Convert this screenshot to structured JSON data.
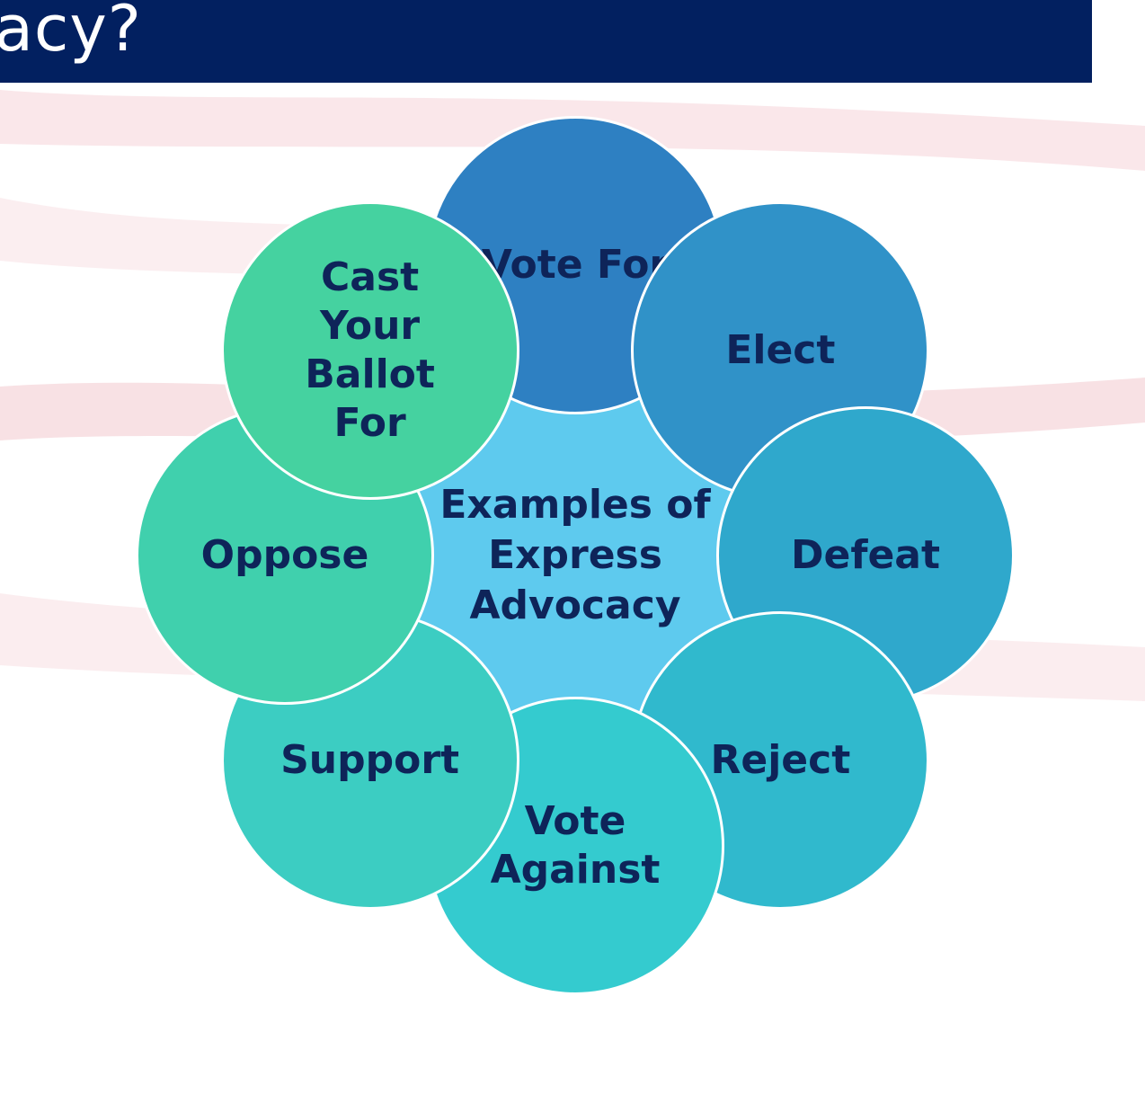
{
  "header": {
    "title_fragment": "acy?"
  },
  "diagram": {
    "center": {
      "label": "Examples of\nExpress\nAdvocacy",
      "color": "#5ecaee"
    },
    "nodes": [
      {
        "id": "vote-for",
        "label": "Vote For",
        "color": "#2e80c2"
      },
      {
        "id": "elect",
        "label": "Elect",
        "color": "#3092c8"
      },
      {
        "id": "defeat",
        "label": "Defeat",
        "color": "#2fa8cc"
      },
      {
        "id": "reject",
        "label": "Reject",
        "color": "#30b9cd"
      },
      {
        "id": "vote-against",
        "label": "Vote\nAgainst",
        "color": "#34cbcf"
      },
      {
        "id": "support",
        "label": "Support",
        "color": "#3ccdc2"
      },
      {
        "id": "oppose",
        "label": "Oppose",
        "color": "#40d0ad"
      },
      {
        "id": "cast-your-ballot-for",
        "label": "Cast\nYour\nBallot\nFor",
        "color": "#45d2a0"
      }
    ]
  },
  "colors": {
    "title_bar": "#022060",
    "label_text": "#0e2459"
  }
}
